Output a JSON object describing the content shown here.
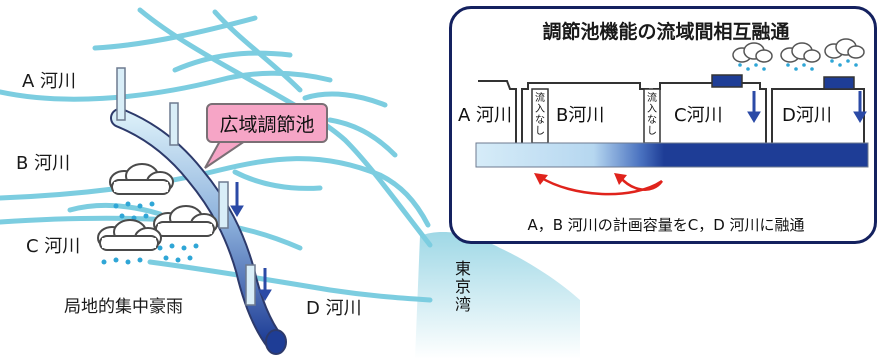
{
  "labels": {
    "river_a": "A 河川",
    "river_b": "B 河川",
    "river_c": "C 河川",
    "river_d": "D 河川",
    "wide_area_reservoir": "広域調節池",
    "local_rain": "局地的集中豪雨",
    "tokyo_bay": [
      "東",
      "京",
      "湾"
    ]
  },
  "panel": {
    "title": "調節池機能の流域間相互融通",
    "cells": [
      {
        "label": "A 河川"
      },
      {
        "label": "B河川"
      },
      {
        "label": "C河川"
      },
      {
        "label": "D河川"
      }
    ],
    "no_inflow": "流入なし",
    "caption": "A，B 河川の計画容量をC，D 河川に融通"
  },
  "colors": {
    "river": "#7ccde0",
    "tunnel_dark": "#1e3d96",
    "tunnel_light": "#cfe8f6",
    "arrow_blue": "#2b4aa6",
    "red_arrow": "#e0231c",
    "callout_fill": "#f6a5c6",
    "frame": "#14215f"
  }
}
